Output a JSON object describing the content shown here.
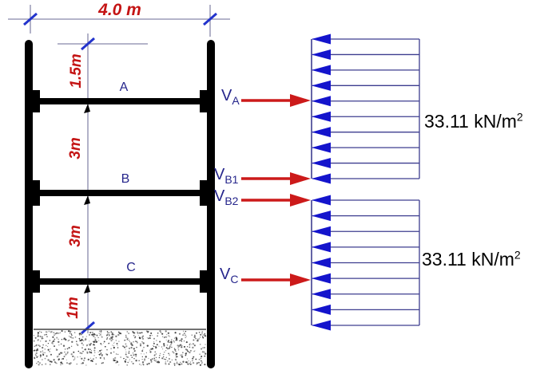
{
  "dimensions": {
    "width_label": "4.0 m",
    "depth_labels": [
      "1.5m",
      "3m",
      "3m",
      "1m"
    ]
  },
  "struts": [
    {
      "label": "A"
    },
    {
      "label": "B"
    },
    {
      "label": "C"
    }
  ],
  "forces": [
    {
      "name": "V",
      "sub": "A"
    },
    {
      "name": "V",
      "sub": "B1"
    },
    {
      "name": "V",
      "sub": "B2"
    },
    {
      "name": "V",
      "sub": "C"
    }
  ],
  "pressures": [
    {
      "value": "33.11 kN/m",
      "sup": "2"
    },
    {
      "value": "33.11 kN/m",
      "sup": "2"
    }
  ],
  "colors": {
    "arrow_red": "#cc1a1a",
    "pressure_blue": "#1414cc",
    "pressure_outline": "#3d3d8f",
    "label_navy": "#26268c",
    "dim_text_red": "#c41414",
    "dim_line_gray": "#8888aa",
    "tick_blue": "#2233cc",
    "structure_black": "#000000",
    "soil_dot": "#333333"
  }
}
